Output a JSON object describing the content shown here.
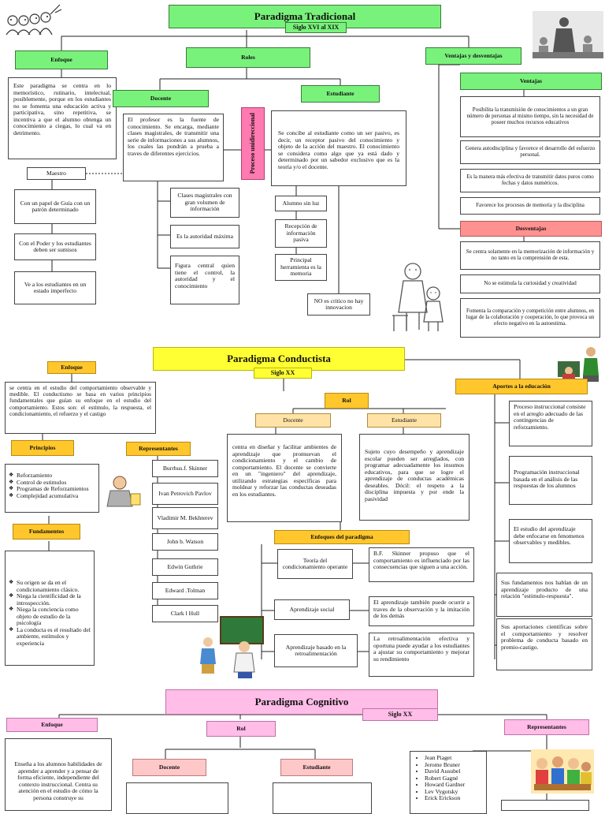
{
  "tradicional": {
    "title": "Paradigma Tradicional",
    "siglo": "Siglo XVI al XIX",
    "enfoque_label": "Enfoque",
    "enfoque_text": "Este paradigma se centra en lo memorístico, rutinario, intelectual, posiblemente, porque en los estudiantes no se fomenta una educación activa y participativa, sino repetitiva, se incentiva a que el alumno obtenga un conocimiento a ciegas, lo cual va en detrimento.",
    "maestro_label": "Maestro",
    "maestro_items": [
      "Con un papel de Guía con un patrón determinado",
      "Con el Poder y los estudiantes deben ser sumisos",
      "Ve a los estudiantes en un estado imperfecto"
    ],
    "roles_label": "Roles",
    "docente_label": "Docente",
    "docente_text": "El profesor es la fuente de conocimiento. Se encarga, mediante clases magistrales, de transmitir una serie de informaciones a sus alumnos, los cuales las pondrán a prueba a traves de diferentes ejercicios.",
    "docente_items": [
      "Clases magistrales con gran volumen de información",
      "Es la autoridad máxima",
      "Figura central quien tiene el control, la autoridad y el conocimiento"
    ],
    "proceso_label": "Proceso unidireccional",
    "estudiante_label": "Estudiante",
    "estudiante_text": "Se concibe al estudiante como un ser pasivo, es decir, un receptor pasivo del conocimiento y objeto de la acción del maestro. El conocimiento se considera como algo que ya está dado y determinado por un sabedor exclusivo que es la teoría y/o el docente.",
    "estudiante_items": [
      "Alumno sin luz",
      "Recepción de información pasiva",
      "Principal herramienta es la memoria"
    ],
    "critico_label": "NO es critico no hay innovacion",
    "vd_label": "Ventajas y desventajas",
    "ventajas_label": "Ventajas",
    "ventajas_items": [
      "Posibilita la transmisión de conocimientos a un gran número de personas al mismo tiempo, sin la necesidad de poseer muchos recursos educativos",
      "Genera autodisciplina y favorece el desarrollo del esfuerzo personal.",
      "Es la manera más efectiva de transmitir datos puros como fechas y datos numéricos.",
      "Favorece los procesos de memoria y la disciplina"
    ],
    "desventajas_label": "Desventajas",
    "desventajas_items": [
      "Se centra solamente en la memorización de información y no tanto en la comprensión de esta.",
      "No se estimula la curiosidad y creatividad",
      "Fomenta la comparación y competición entre alumnos, en lugar de la colaboración y cooperación, lo que provoca un efecto negativo en la autoestima."
    ]
  },
  "conductista": {
    "title": "Paradigma Conductista",
    "siglo": "Siglo XX",
    "enfoque_label": "Enfoque",
    "enfoque_text": "se centra en el estudio del comportamiento observable y medible. El conductismo se basa en varios principios fundamentales que guían su enfoque en el estudio del comportamiento. Estos son: el estímulo, la respuesta, el condicionamiento, el refuerzo y el castigo",
    "principios_label": "Principios",
    "principios_items": [
      "Reforzamiento",
      "Control de estimulos",
      "Programas de Reforzamientos",
      "Complejidad acumulativa"
    ],
    "fundamentos_label": "Fundamentos",
    "fundamentos_items": [
      "Su origen se da en el condicionamiento clásico.",
      "Niega la científicidad de la introspección.",
      "Niega la conciencia como objeto de estudio de la psicología",
      "La conducta es el resultado del ambiente, estímulos y experiencia"
    ],
    "representantes_label": "Representantes",
    "representantes_items": [
      "Burrhus.f. Skinner",
      "Ivan Petrovich Pavlov",
      "Vladimir M. Bekhterev",
      "John b. Watson",
      "Edwin Guthrie",
      "Edward .Tolman",
      "Clark l Hull"
    ],
    "rol_label": "Rol",
    "docente_label": "Docente",
    "docente_text": "centra en diseñar y facilitar ambientes de aprendizaje que promuevan el condicionamiento y el cambio de comportamiento. El docente se convierte en un \"ingeniero\" del aprendizaje, utilizando estrategias específicas para moldear y reforzar las conductas deseadas en los estudiantes.",
    "estudiante_label": "Estudiante",
    "estudiante_text": "Sujeto cuyo desempeño y aprendizaje escolar pueden ser arreglados, con programar adecuadamente los insumos educativos, para que se logre el aprendizaje de conductas académicas deseables. Dócil: el respeto a la disciplina impuesta y por ende la pasividad",
    "enfoques_label": "Enfoques del paradigma",
    "enfoques": [
      {
        "name": "Teoría del condicionamiento operante",
        "desc": "B.F. Skinner propuso que el comportamiento es influenciado por las consecuencias que siguen a una acción."
      },
      {
        "name": "Aprendizaje social",
        "desc": "El aprendizaje también puede ocurrir a traves de la observación y la imitación de los demás"
      },
      {
        "name": "Aprendizaje basado en la retroalimentación",
        "desc": "La retroalimentación efectiva y oportuna puede ayudar a los estudiantes a ajustar su comportamiento y mejorar su rendimiento"
      }
    ],
    "aportes_label": "Aportes a la educación",
    "aportes_items": [
      "Proceso instruccional consiste en el arreglo adecuado de las contingencias de reforzamiento.",
      "Programación instruccional basada en el análisis de las respuestas de los alumnos",
      "El estudio del aprendizaje debe enfocarse en fenomenos observables y medibles.",
      "Sus fundamentos nos hablan de un aprendizaje producto de una relación \"estimulo-respuesta\".",
      "Sus aportaciones científicas sobre el comportamiento y resolver problema de conducta basado en premio-castigo."
    ]
  },
  "cognitivo": {
    "title": "Paradigma Cognitivo",
    "siglo": "Siglo XX",
    "enfoque_label": "Enfoque",
    "enfoque_text": "Enseña a los alumnos habilidades de aprender a aprender y a pensar de forma eficiente, independiente del contexto instruccional. Centra su atención en el estudio de cómo la persona construye su",
    "rol_label": "Rol",
    "docente_label": "Docente",
    "estudiante_label": "Estudiante",
    "representantes_label": "Representantes",
    "representantes_items": [
      "Jean Piaget",
      "Jerome Bruner",
      "David Ausubel",
      "Robert Gagné",
      "Howard Gardner",
      "Lev Vygotsky",
      "Erick Erickson"
    ]
  }
}
